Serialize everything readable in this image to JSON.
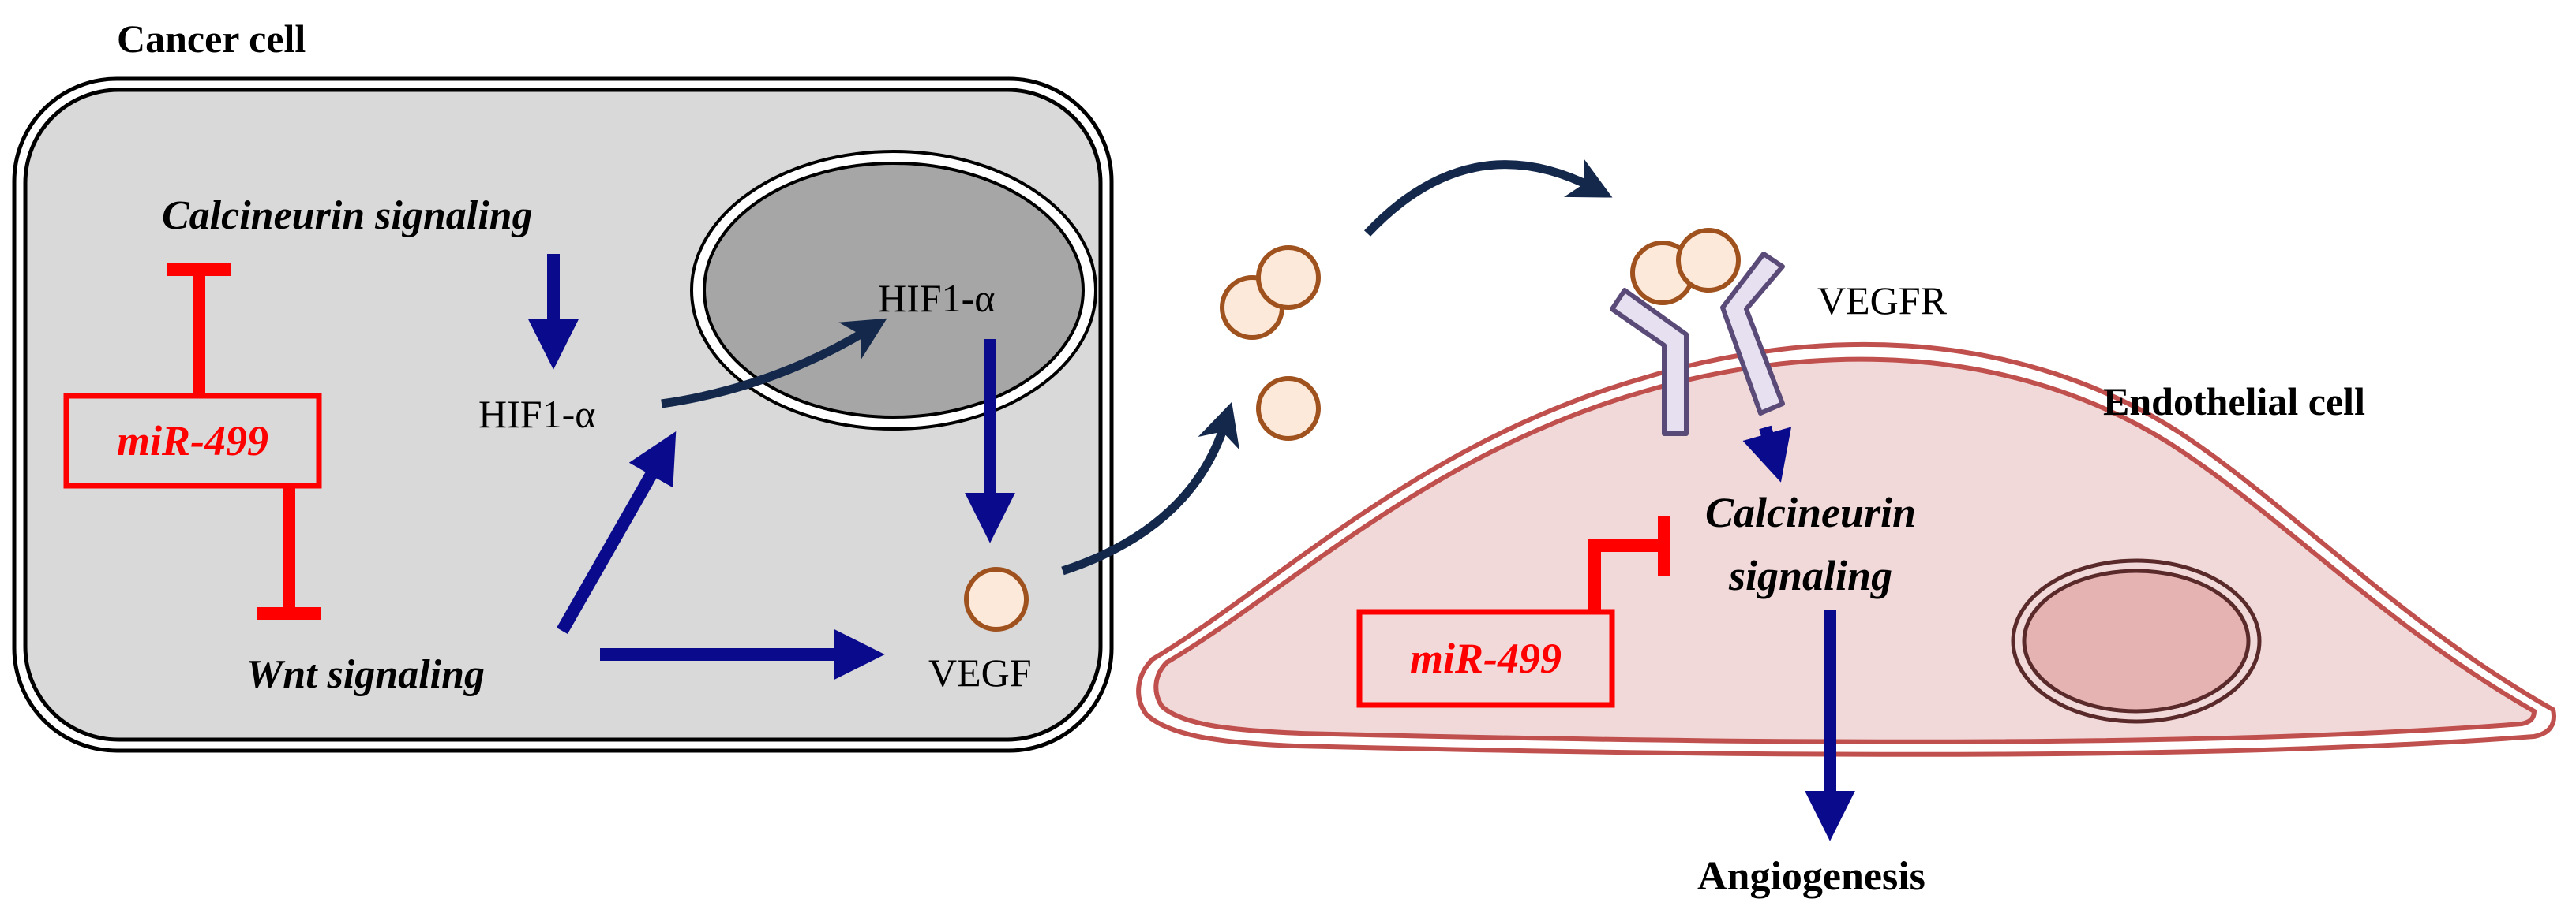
{
  "labels": {
    "cancer_cell": "Cancer cell",
    "endothelial_cell": "Endothelial cell",
    "calcineurin_cancer": "Calcineurin signaling",
    "hif_cyto": "HIF1-α",
    "hif_nucleus": "HIF1-α",
    "mir_cancer": "miR-499",
    "wnt": "Wnt signaling",
    "vegf": "VEGF",
    "vegfr": "VEGFR",
    "calcineurin_endo_line1": "Calcineurin",
    "calcineurin_endo_line2": "signaling",
    "mir_endo": "miR-499",
    "angiogenesis": "Angiogenesis"
  },
  "colors": {
    "activation_arrow": "#0a0a8c",
    "transport_arrow": "#14284b",
    "inhibition": "#ff0000",
    "cancer_cell_fill": "#d9d9d9",
    "nucleus_fill": "#a6a6a6",
    "endothelial_fill": "#f2d9d9",
    "endothelial_edge": "#c0504d",
    "endo_nucleus_fill": "#e6b3b3",
    "endo_nucleus_edge": "#5a2a2a",
    "vegf_fill": "#fde9d9",
    "vegf_edge": "#a0521e",
    "receptor_fill": "#e6e0f0",
    "receptor_edge": "#5a4a78"
  }
}
